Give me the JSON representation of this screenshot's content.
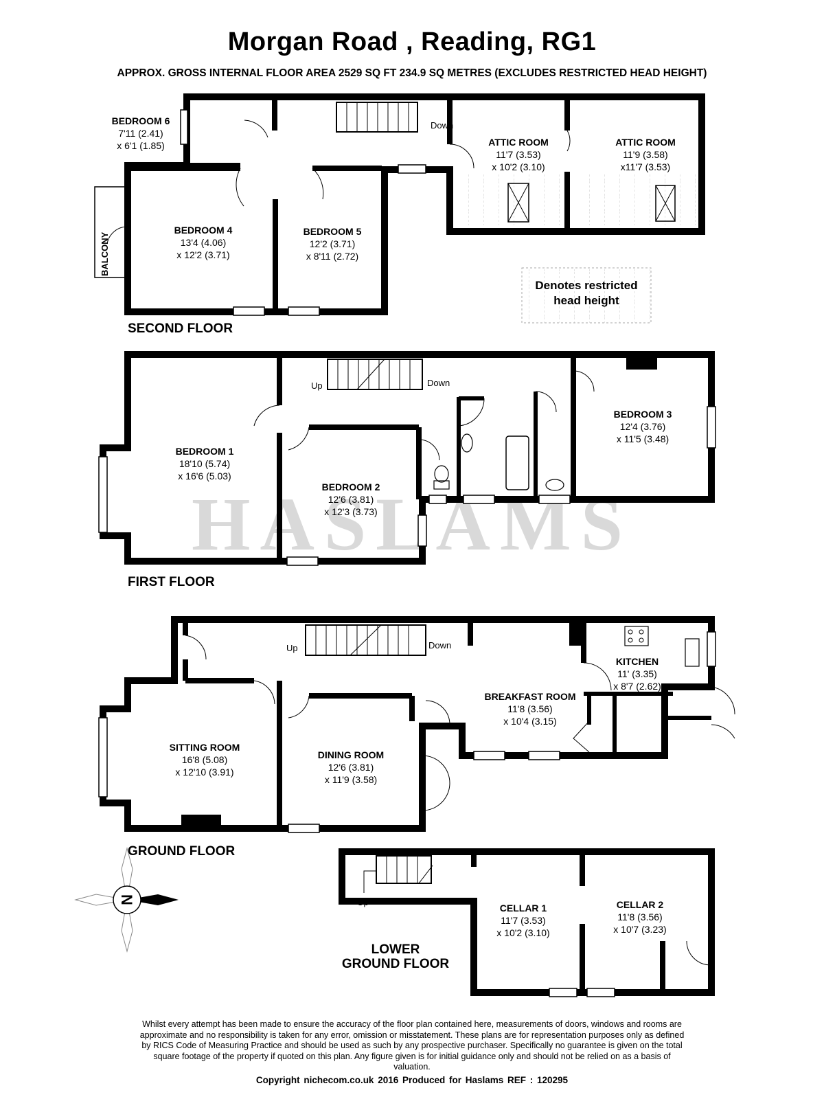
{
  "header": {
    "title": "Morgan Road , Reading, RG1",
    "area_note": "APPROX. GROSS INTERNAL FLOOR AREA 2529 SQ FT 234.9 SQ METRES (EXCLUDES RESTRICTED HEAD HEIGHT)"
  },
  "watermark": "HASLAMS",
  "legend": {
    "line1": "Denotes restricted",
    "line2": "head height"
  },
  "floors": {
    "second": "SECOND FLOOR",
    "first": "FIRST FLOOR",
    "ground": "GROUND FLOOR",
    "lower_line1": "LOWER",
    "lower_line2": "GROUND FLOOR"
  },
  "labels": {
    "down": "Down",
    "up": "Up",
    "balcony": "BALCONY",
    "compass": "N"
  },
  "rooms": {
    "bedroom6": {
      "name": "BEDROOM 6",
      "d1": "7'11 (2.41)",
      "d2": "x 6'1 (1.85)"
    },
    "attic1": {
      "name": "ATTIC ROOM",
      "d1": "11'7 (3.53)",
      "d2": "x 10'2 (3.10)"
    },
    "attic2": {
      "name": "ATTIC ROOM",
      "d1": "11'9 (3.58)",
      "d2": "x11'7 (3.53)"
    },
    "bedroom4": {
      "name": "BEDROOM 4",
      "d1": "13'4 (4.06)",
      "d2": "x 12'2 (3.71)"
    },
    "bedroom5": {
      "name": "BEDROOM 5",
      "d1": "12'2 (3.71)",
      "d2": "x 8'11 (2.72)"
    },
    "bedroom1": {
      "name": "BEDROOM 1",
      "d1": "18'10 (5.74)",
      "d2": "x 16'6 (5.03)"
    },
    "bedroom2": {
      "name": "BEDROOM 2",
      "d1": "12'6 (3.81)",
      "d2": "x 12'3 (3.73)"
    },
    "bedroom3": {
      "name": "BEDROOM 3",
      "d1": "12'4 (3.76)",
      "d2": "x 11'5 (3.48)"
    },
    "sitting": {
      "name": "SITTING ROOM",
      "d1": "16'8 (5.08)",
      "d2": "x 12'10 (3.91)"
    },
    "dining": {
      "name": "DINING ROOM",
      "d1": "12'6 (3.81)",
      "d2": "x 11'9 (3.58)"
    },
    "breakfast": {
      "name": "BREAKFAST ROOM",
      "d1": "11'8 (3.56)",
      "d2": "x 10'4 (3.15)"
    },
    "kitchen": {
      "name": "KITCHEN",
      "d1": "11' (3.35)",
      "d2": "x 8'7 (2.62)"
    },
    "cellar1": {
      "name": "CELLAR 1",
      "d1": "11'7 (3.53)",
      "d2": "x 10'2 (3.10)"
    },
    "cellar2": {
      "name": "CELLAR 2",
      "d1": "11'8 (3.56)",
      "d2": "x 10'7 (3.23)"
    }
  },
  "disclaimer": "Whilst every attempt has been made to ensure the accuracy of the floor plan contained here, measurements of doors, windows and rooms are approximate and no responsibility is taken for any error, omission or misstatement. These plans are for representation purposes only as defined by RICS Code of Measuring Practice and should be used as such by any prospective purchaser. Specifically no guarantee is given on the total square footage of the property if quoted on this plan. Any figure given is for initial guidance only and should not be relied on as a basis of valuation.",
  "copyright": "Copyright nichecom.co.uk 2016     Produced for Haslams     REF : 120295"
}
